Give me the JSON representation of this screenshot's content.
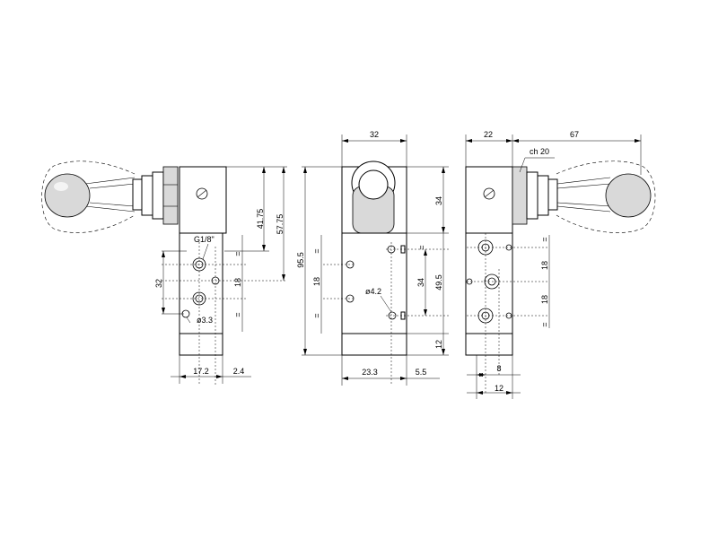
{
  "left_view": {
    "dims": {
      "d1": "41.75",
      "d2": "57.75",
      "d3": "32",
      "d4": "18",
      "d5": "17.2",
      "d6": "2.4",
      "eq1": "=",
      "eq2": "="
    },
    "callouts": {
      "thread": "G1/8\"",
      "hole": "ø3.3"
    }
  },
  "front_view": {
    "dims": {
      "top": "32",
      "right1": "34",
      "left_total": "95.5",
      "left18": "18",
      "eq1": "=",
      "eq2": "=",
      "eq3": "=",
      "mid34": "34",
      "r495": "49.5",
      "r12": "12",
      "b1": "23.3",
      "b2": "5.5"
    },
    "callouts": {
      "hole": "ø4.2"
    }
  },
  "right_view": {
    "dims": {
      "t1": "22",
      "t2": "67",
      "r18a": "18",
      "r18b": "18",
      "b8": "8",
      "b12": "12",
      "eq1": "=",
      "eq2": "="
    },
    "callouts": {
      "wrench": "ch 20"
    }
  }
}
